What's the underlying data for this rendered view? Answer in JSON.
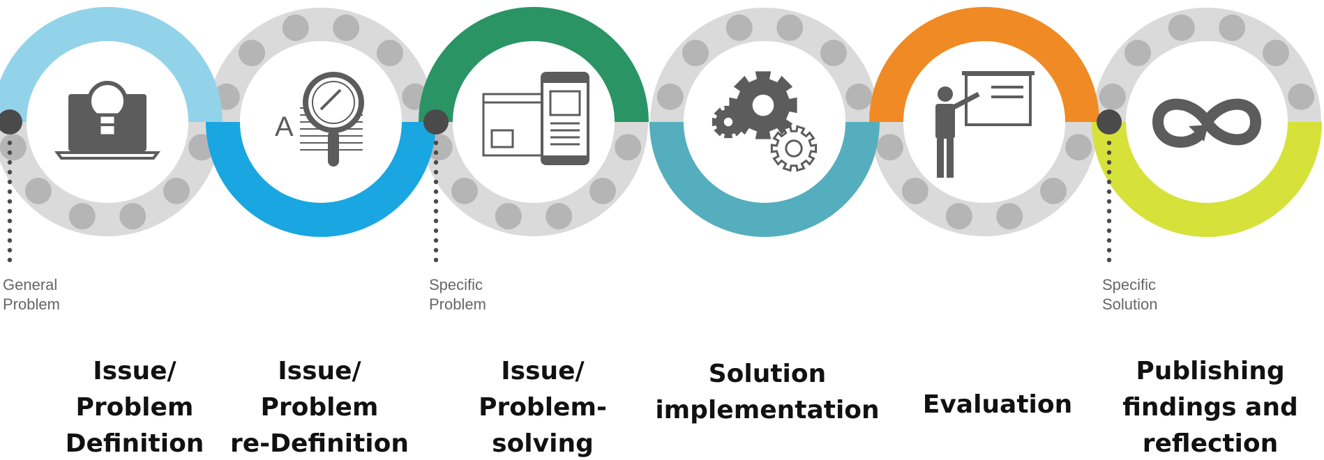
{
  "colors": {
    "ring_gray": "#dadada",
    "dot_gray": "#b5b5b5",
    "marker_dot": "#4a4a4a",
    "icon_gray": "#5c5c5c",
    "light_blue": "#93d3ea",
    "blue": "#1aa6e0",
    "green": "#2a9464",
    "teal": "#55aebd",
    "orange": "#f08a24",
    "yellow_green": "#d6e23a"
  },
  "stages": [
    {
      "icon": "lightbulb-laptop-icon",
      "top": "light_blue",
      "bottom": null,
      "label_lines": [
        "Issue/",
        "Problem",
        "Definition"
      ]
    },
    {
      "icon": "magnifier-document-icon",
      "top": null,
      "bottom": "blue",
      "label_lines": [
        "Issue/",
        "Problem",
        "re-Definition"
      ]
    },
    {
      "icon": "devices-screens-icon",
      "top": "green",
      "bottom": null,
      "label_lines": [
        "Issue/",
        "Problem-",
        "solving"
      ]
    },
    {
      "icon": "gears-icon",
      "top": null,
      "bottom": "teal",
      "label_lines": [
        "Solution",
        "implementation"
      ]
    },
    {
      "icon": "presenter-board-icon",
      "top": "orange",
      "bottom": null,
      "label_lines": [
        "Evaluation"
      ]
    },
    {
      "icon": "infinity-loop-icon",
      "top": null,
      "bottom": "yellow_green",
      "label_lines": [
        "Publishing",
        "findings and",
        "reflection"
      ]
    }
  ],
  "markers": [
    {
      "at_circle": 0,
      "side": "left",
      "lines": [
        "General",
        "Problem"
      ]
    },
    {
      "at_circle": 2,
      "side": "left",
      "lines": [
        "Specific",
        "Problem"
      ]
    },
    {
      "at_circle": 5,
      "side": "left",
      "lines": [
        "Specific",
        "Solution"
      ]
    }
  ]
}
